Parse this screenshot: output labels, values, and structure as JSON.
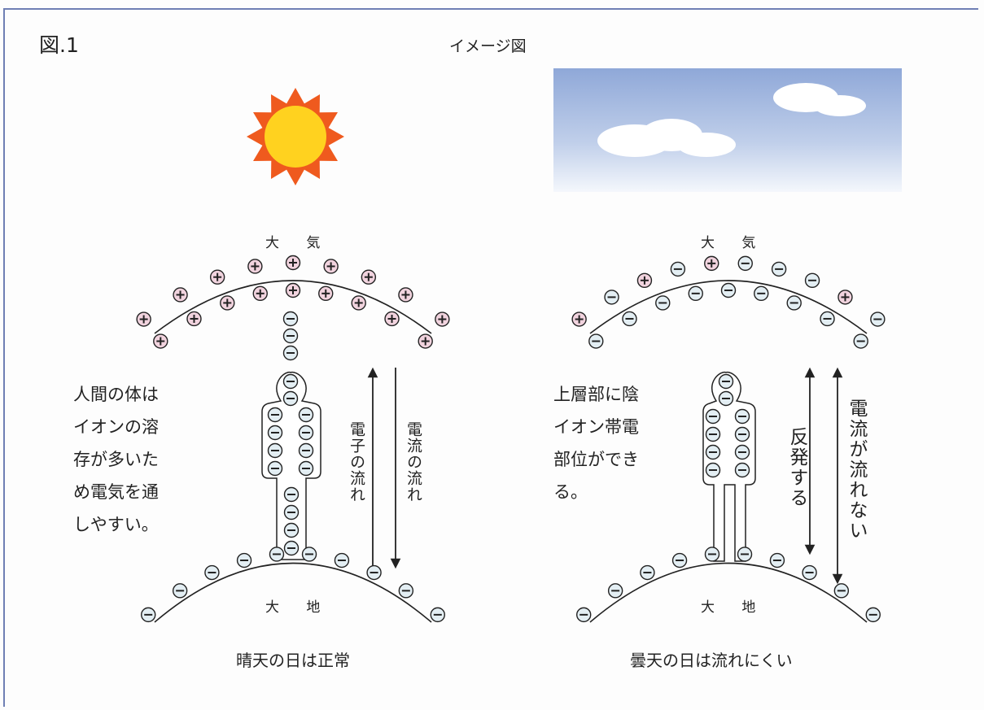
{
  "figure_label": "図.1",
  "title": "イメージ図",
  "left": {
    "atmosphere": "大 気",
    "ground": "大 地",
    "body_text": "人間の体は\nイオンの溶\n存が多いた\nめ電気を通\nしやすい。",
    "electron_flow": "電子の流れ",
    "current_flow": "電流の流れ",
    "caption": "晴天の日は正常"
  },
  "right": {
    "atmosphere": "大 気",
    "ground": "大 地",
    "body_text": "上層部に陰\nイオン帯電\n部位ができ\nる。",
    "repel": "反発する",
    "current_blocked": "電流が流れない",
    "caption": "曇天の日は流れにくい"
  },
  "ion_symbols": {
    "positive": "+",
    "negative": "−"
  },
  "colors": {
    "frame": "#6f7fb4",
    "positive_ion_fill": "#f1d3de",
    "negative_ion_fill": "#e3eef3",
    "sun_core": "#ffd21f",
    "sun_rays": "#ef5a1e",
    "sky_top": "#8fa8d8",
    "sky_bottom": "#f4f7fc",
    "cloud": "#ffffff",
    "line": "#222222"
  },
  "icons": [
    "sun-icon",
    "cloudy-sky-icon",
    "human-figure-icon",
    "positive-ion-icon",
    "negative-ion-icon",
    "arrow-up-icon",
    "arrow-down-icon"
  ]
}
